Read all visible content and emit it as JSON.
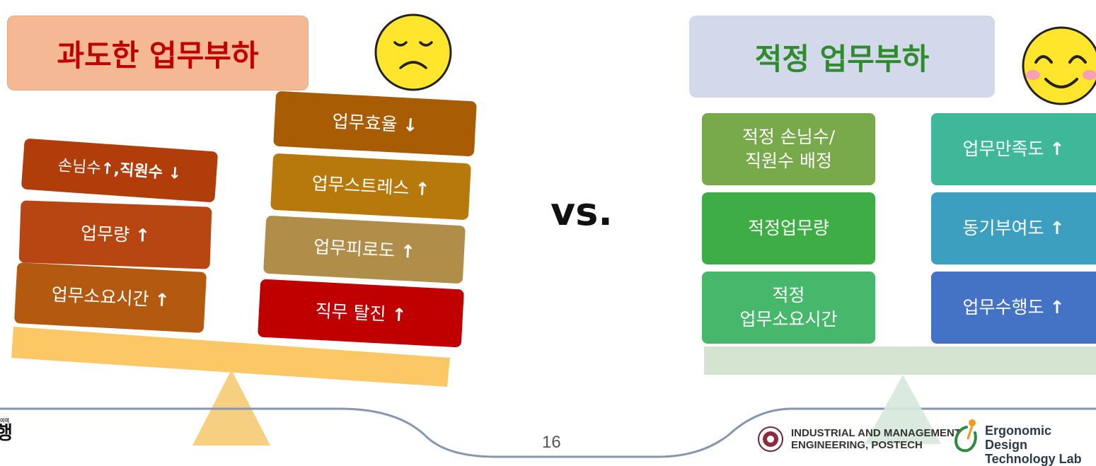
{
  "left": {
    "title": "과도한 업무부하",
    "causes": [
      {
        "text": "손님수 ",
        "arrow1": "↑",
        "sep": ", ",
        "bold": "직원수",
        "arrow2": "↓"
      },
      {
        "text": "업무량",
        "arrow": "↑"
      },
      {
        "text": "업무소요시간",
        "arrow": "↑"
      }
    ],
    "effects": [
      {
        "text": "업무효율",
        "arrow": "↓"
      },
      {
        "text": "업무스트레스",
        "arrow": "↑"
      },
      {
        "text": "업무피로도",
        "arrow": "↑"
      },
      {
        "text": "직무 탈진",
        "arrow": "↑"
      }
    ],
    "face": "sad"
  },
  "vs_label": "vs.",
  "right": {
    "title": "적정 업무부하",
    "causes": [
      {
        "line1": "적정 손님수/",
        "line2": "직원수 배정"
      },
      {
        "line1": "적정업무량",
        "line2": ""
      },
      {
        "line1": "적정",
        "line2": "업무소요시간"
      }
    ],
    "effects": [
      {
        "text": "업무만족도",
        "arrow": "↑"
      },
      {
        "text": "동기부여도",
        "arrow": "↑"
      },
      {
        "text": "업무수행도",
        "arrow": "↑"
      }
    ],
    "face": "smile"
  },
  "footer": {
    "page_number": "16",
    "logo1_line1": "INDUSTRIAL AND MANAGEMENT",
    "logo1_line2": "ENGINEERING, POSTECH",
    "logo2_line1": "Ergonomic Design",
    "logo2_line2": "Technology Lab",
    "corner_small": "이여",
    "corner_big": "행"
  },
  "colors": {
    "left_title_bg": "#f5b895",
    "left_title_fg": "#c00000",
    "right_title_bg": "#d3d8ea",
    "right_title_fg": "#2e8b2e",
    "left_beam": "#fcc866",
    "left_fulcrum": "#f6cf80",
    "right_beam": "#d4e4d0",
    "right_fulcrum": "#d6e8dc",
    "face_yellow": "#ffe52b"
  }
}
